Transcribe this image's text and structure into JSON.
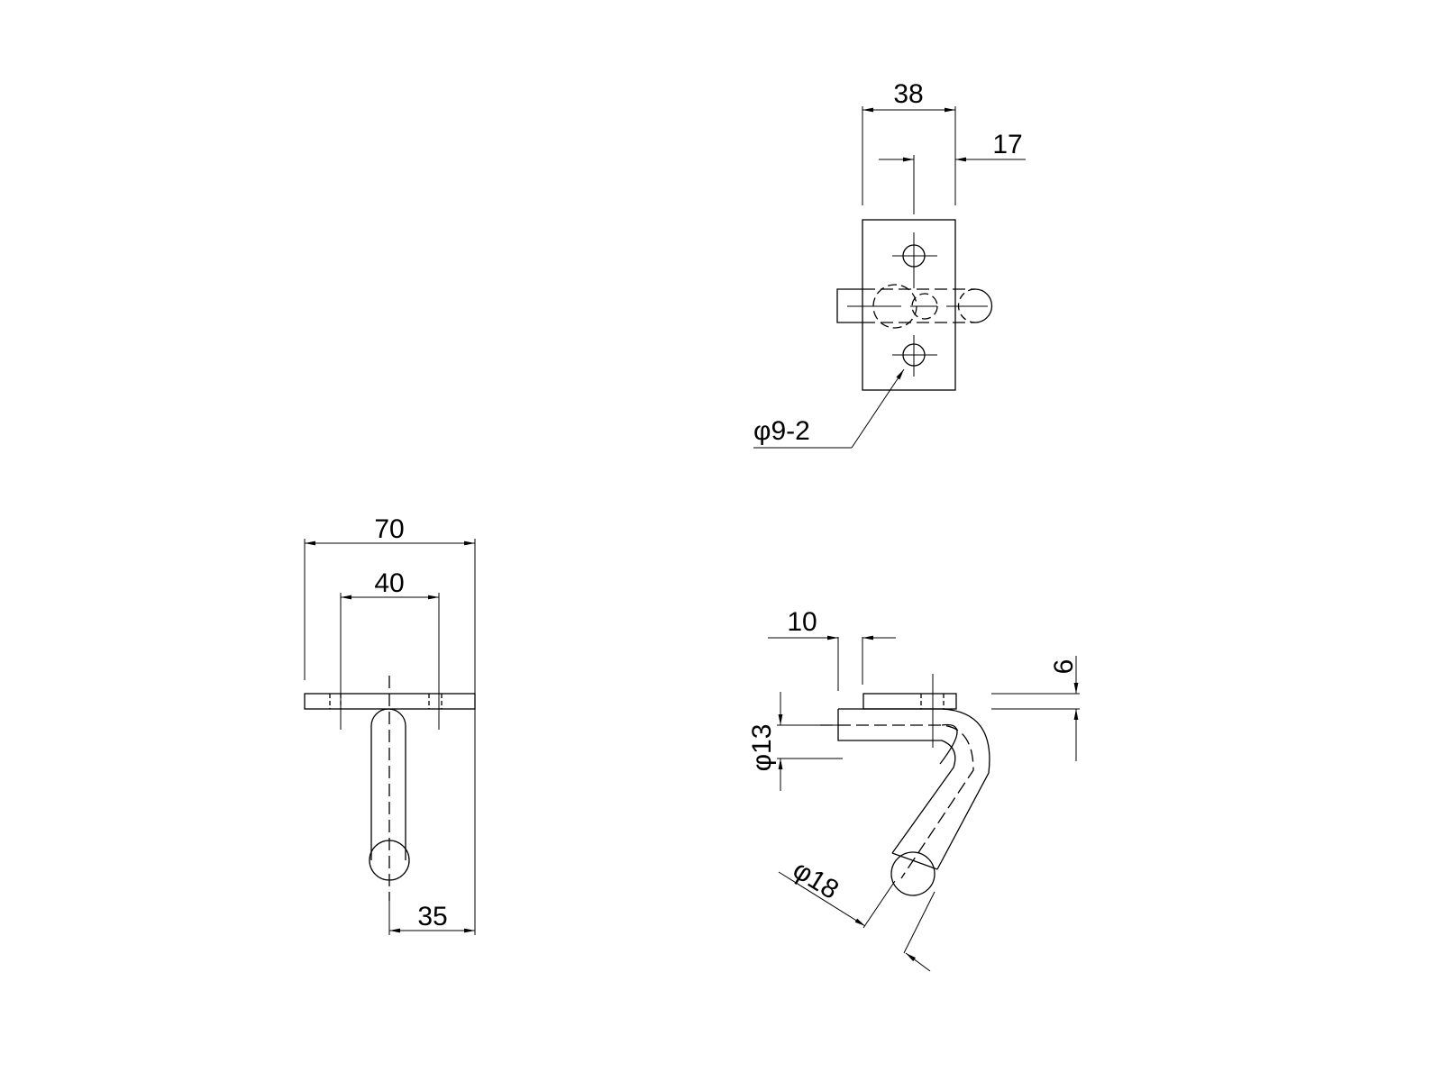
{
  "title": "Hook / latch part drawing",
  "dimensions": {
    "top_width": "38",
    "top_offset": "17",
    "hole_callout": "φ9-2",
    "front_width": "70",
    "front_hole_spacing": "40",
    "front_half": "35",
    "side_offset": "10",
    "plate_thickness": "6",
    "rod_diameter": "φ13",
    "ball_diameter": "φ18"
  }
}
